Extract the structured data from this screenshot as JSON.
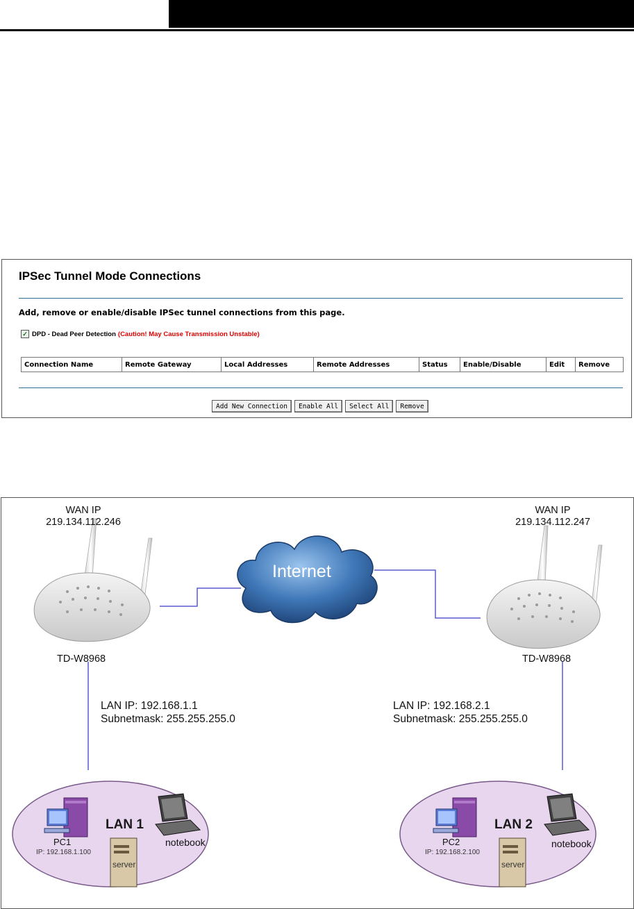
{
  "panel": {
    "title": "IPSec Tunnel Mode Connections",
    "description": "Add, remove or enable/disable IPSec tunnel connections from this page.",
    "dpd_label": "DPD - Dead Peer Detection",
    "dpd_caution": "(Caution! May Cause Transmission Unstable)",
    "dpd_checked": true,
    "columns": [
      "Connection Name",
      "Remote Gateway",
      "Local Addresses",
      "Remote Addresses",
      "Status",
      "Enable/Disable",
      "Edit",
      "Remove"
    ],
    "buttons": {
      "add": "Add New Connection",
      "enable_all": "Enable All",
      "select_all": "Select All",
      "remove": "Remove"
    }
  },
  "diagram": {
    "left": {
      "wan_label": "WAN IP",
      "wan_ip": "219.134.112.246",
      "router_model": "TD-W8968",
      "lan_ip": "LAN IP: 192.168.1.1",
      "subnet": "Subnetmask: 255.255.255.0",
      "lan_name": "LAN 1",
      "pc_name": "PC1",
      "pc_ip": "IP: 192.168.1.100",
      "server_label": "server",
      "notebook_label": "notebook"
    },
    "right": {
      "wan_label": "WAN IP",
      "wan_ip": "219.134.112.247",
      "router_model": "TD-W8968",
      "lan_ip": "LAN IP: 192.168.2.1",
      "subnet": "Subnetmask: 255.255.255.0",
      "lan_name": "LAN 2",
      "pc_name": "PC2",
      "pc_ip": "IP: 192.168.2.100",
      "server_label": "server",
      "notebook_label": "notebook"
    },
    "cloud_label": "Internet",
    "colors": {
      "link": "#5a5ad0",
      "ellipse": "#e7d6ee",
      "cloud": "#3a6ea8"
    }
  }
}
